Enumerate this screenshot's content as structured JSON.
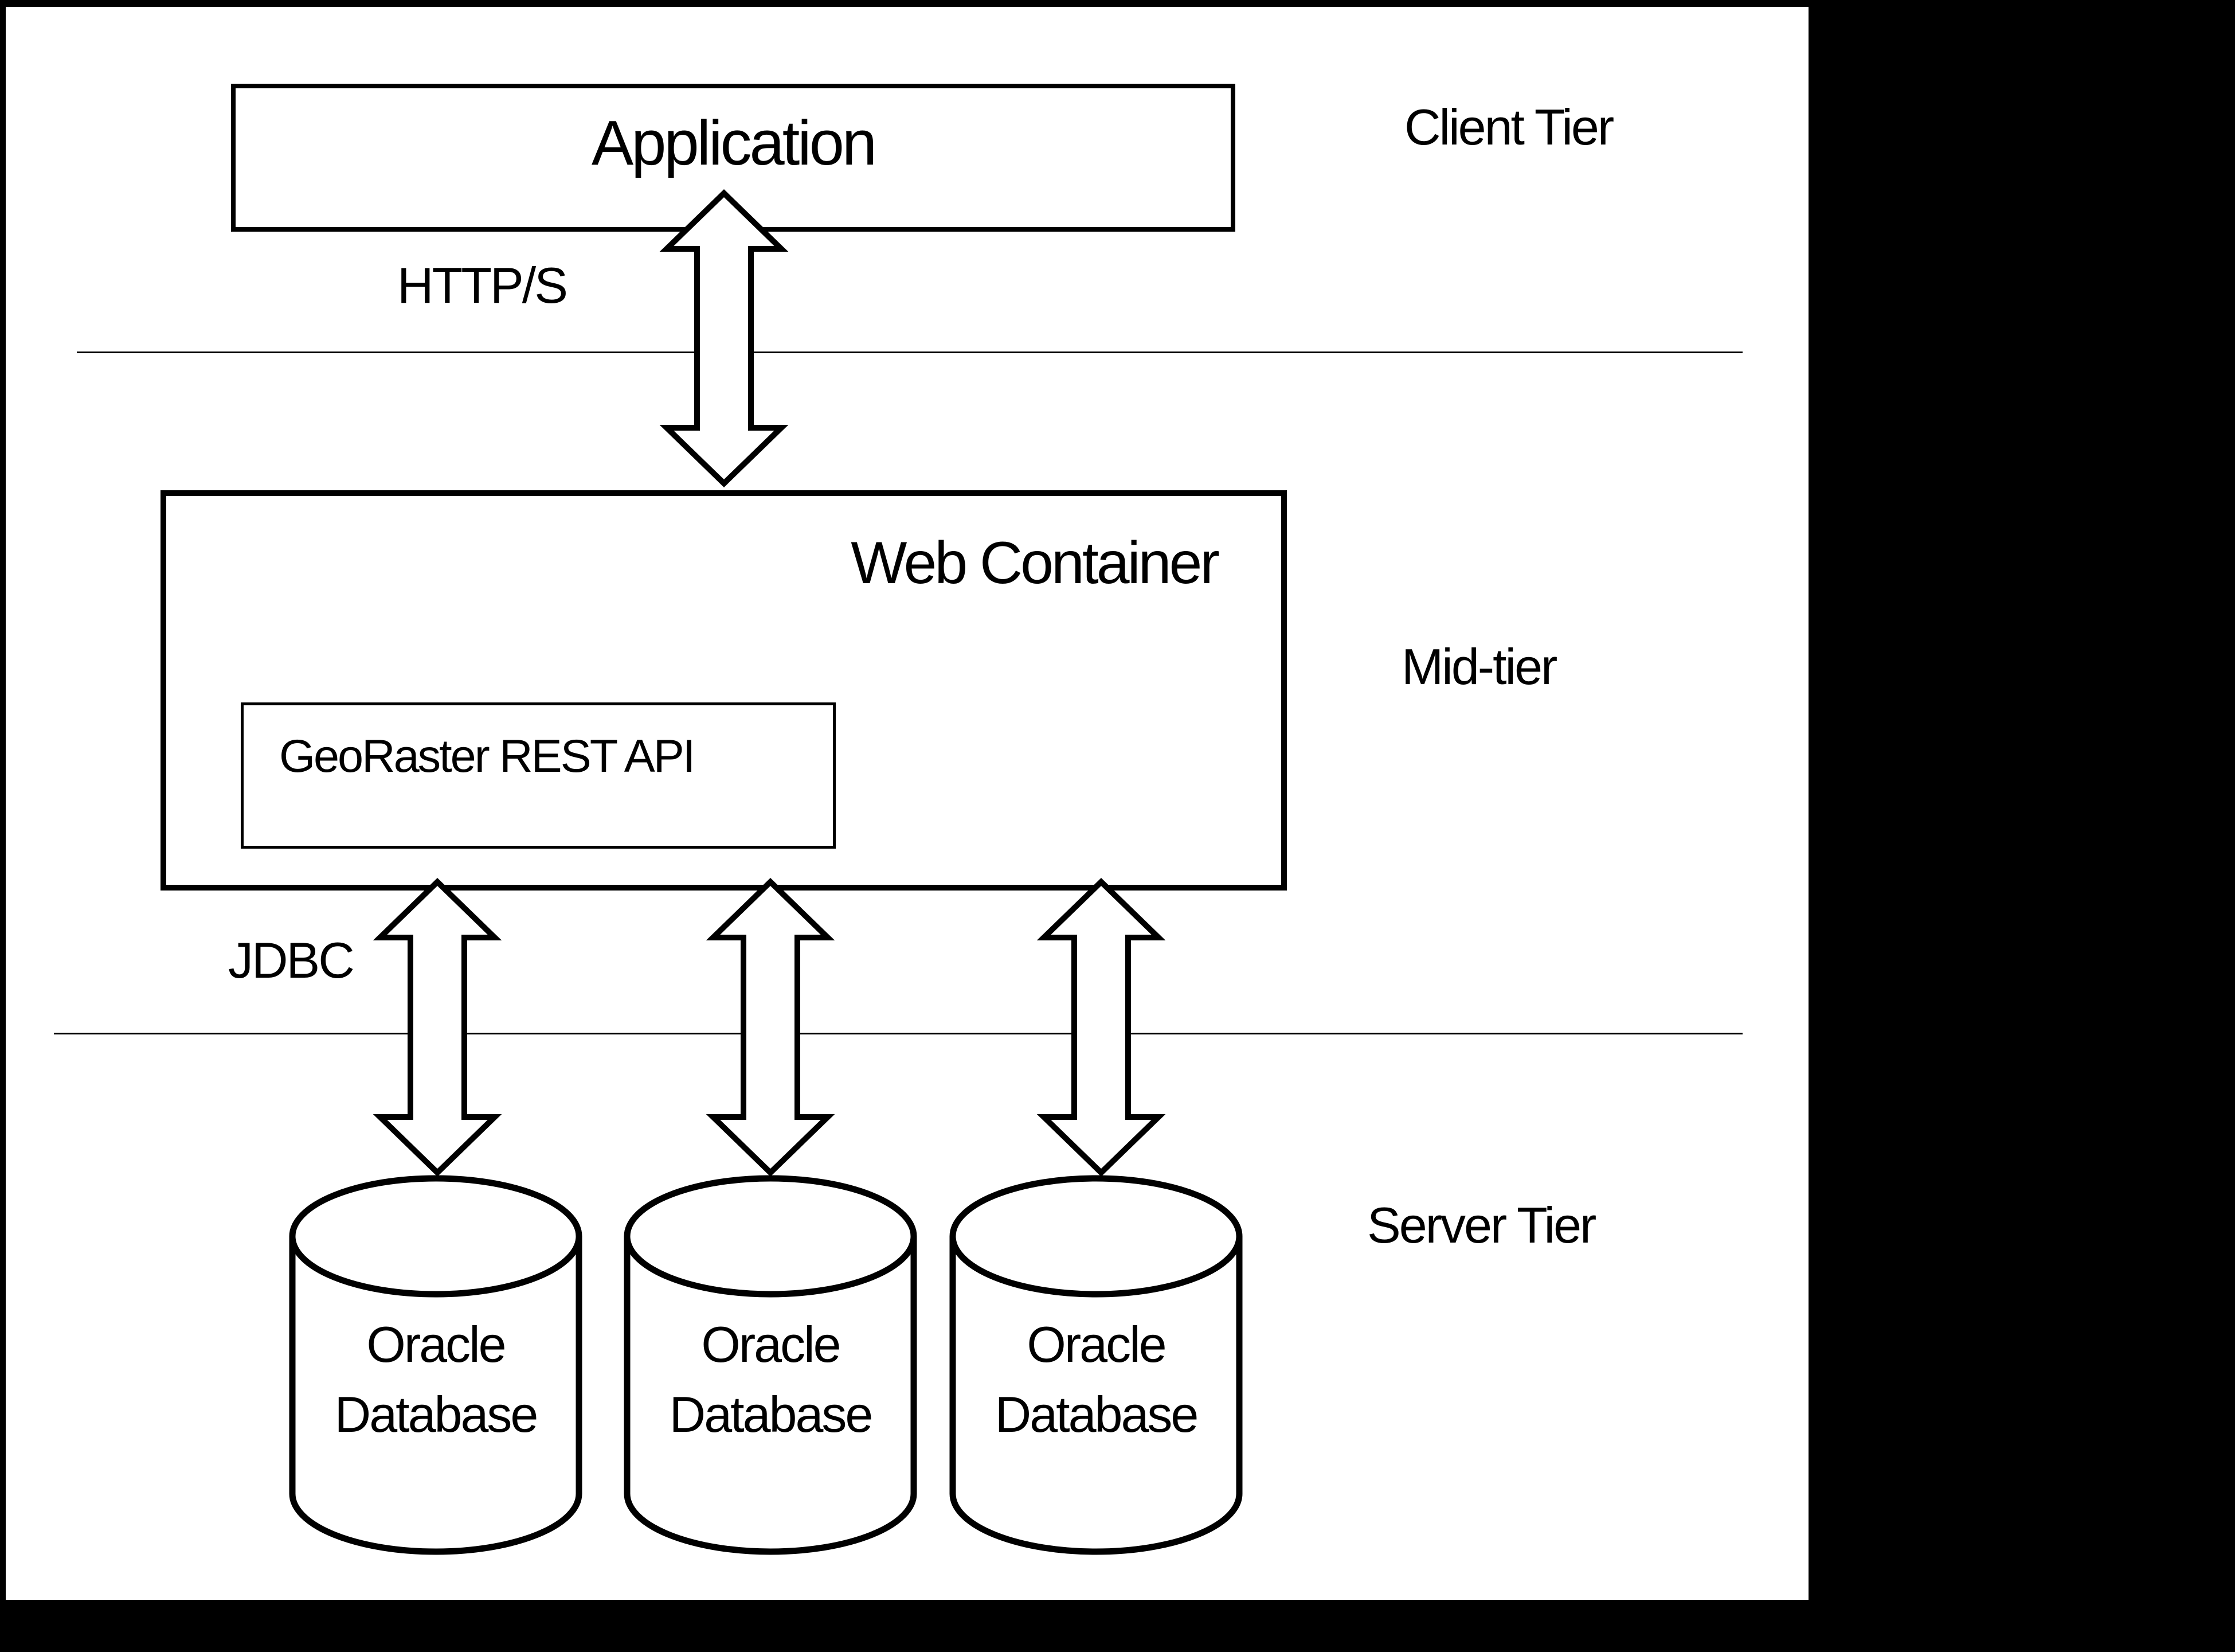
{
  "colors": {
    "background": "#000000",
    "surface": "#ffffff",
    "line": "#000000",
    "text": "#000000"
  },
  "tiers": {
    "client": {
      "label": "Client Tier"
    },
    "mid": {
      "label": "Mid-tier"
    },
    "server": {
      "label": "Server Tier"
    }
  },
  "nodes": {
    "application": {
      "label": "Application"
    },
    "web_container": {
      "label": "Web Container"
    },
    "georaster_api": {
      "label": "GeoRaster REST API"
    }
  },
  "connections": {
    "http": {
      "label": "HTTP/S"
    },
    "jdbc": {
      "label": "JDBC"
    }
  },
  "databases": [
    {
      "line1": "Oracle",
      "line2": "Database"
    },
    {
      "line1": "Oracle",
      "line2": "Database"
    },
    {
      "line1": "Oracle",
      "line2": "Database"
    }
  ]
}
